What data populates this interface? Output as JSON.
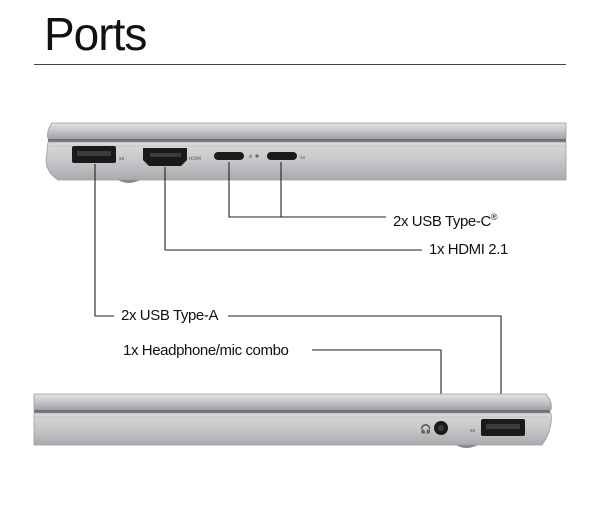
{
  "page": {
    "title": "Ports"
  },
  "callouts": {
    "usb_c": "2x USB Type-C",
    "usb_c_mark": "®",
    "hdmi": "1x HDMI 2.1",
    "usb_a": "2x USB Type-A",
    "audio": "1x Headphone/mic combo"
  },
  "icons": {
    "top_left_side": [
      "usb-a-port-icon",
      "hdmi-port-icon",
      "usb-c-port-icon",
      "usb-c-port-icon"
    ],
    "bottom_right_side": [
      "headphone-jack-icon",
      "usb-a-port-icon"
    ]
  },
  "colors": {
    "chassis": "#c9cacc",
    "chassis_dark": "#8f9194",
    "port_black": "#1a1a1a",
    "line": "#222222"
  }
}
